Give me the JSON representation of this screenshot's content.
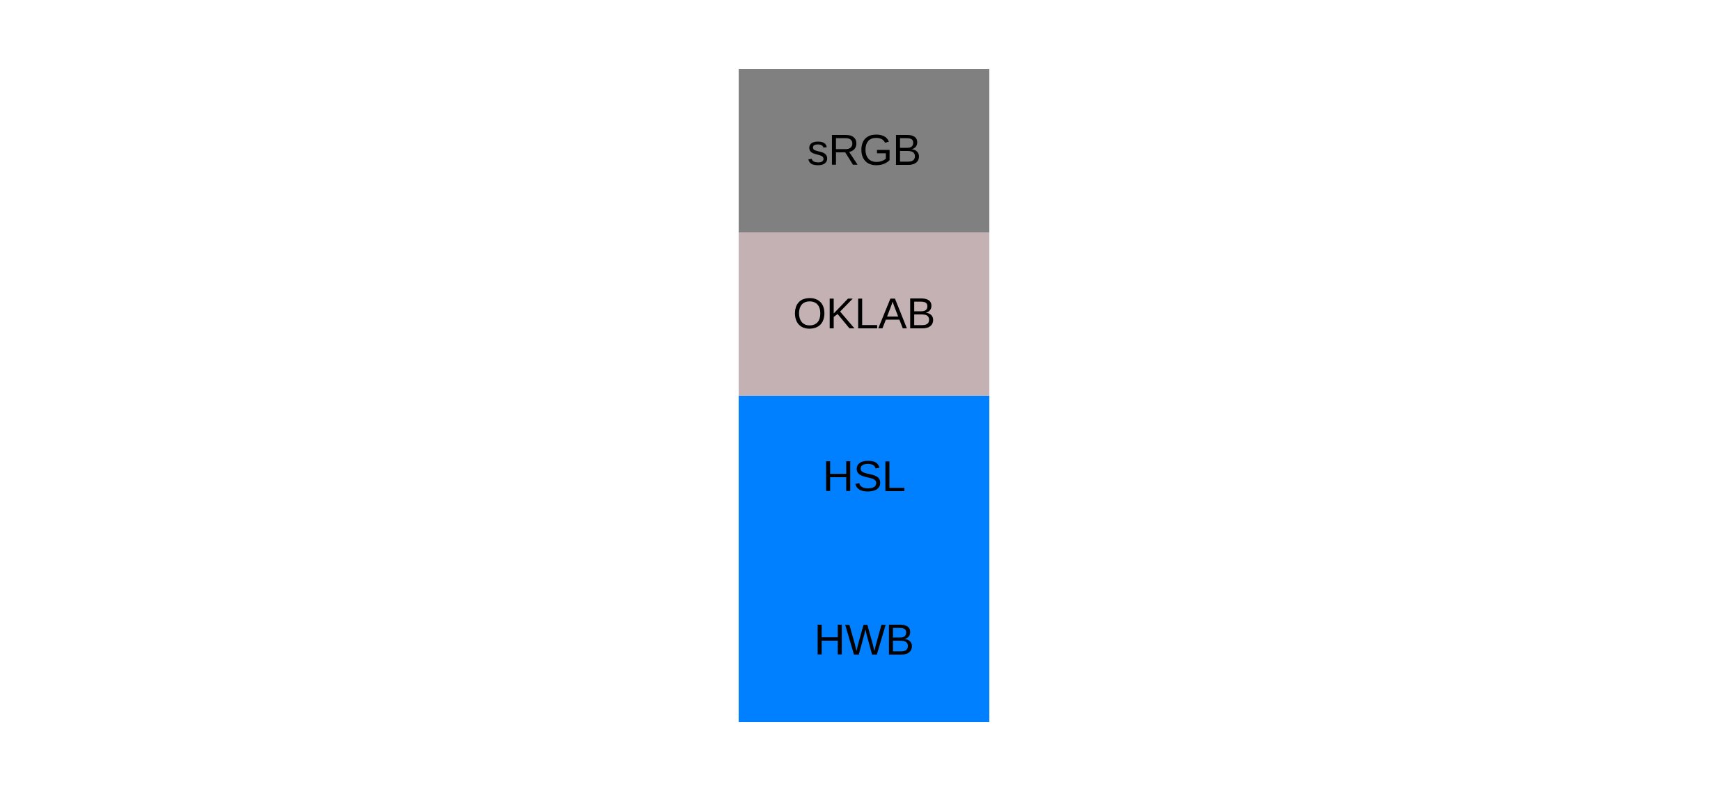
{
  "page": {
    "background": "#ffffff",
    "label_color": "#000000"
  },
  "swatches": [
    {
      "label": "sRGB",
      "color": "#808080"
    },
    {
      "label": "OKLAB",
      "color": "#c4b1b4"
    },
    {
      "label": "HSL",
      "color": "#0080ff"
    },
    {
      "label": "HWB",
      "color": "#0080ff"
    }
  ]
}
